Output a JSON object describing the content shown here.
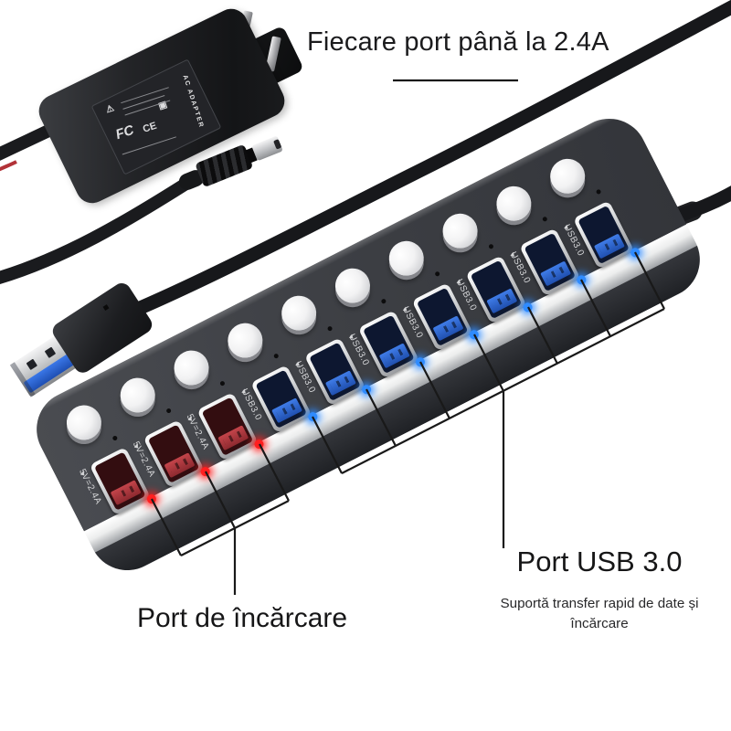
{
  "title": {
    "text": "Fiecare port până la 2.4A"
  },
  "callouts": {
    "charging": {
      "label": "Port de încărcare"
    },
    "usb": {
      "label": "Port USB 3.0",
      "sublabel": "Suportă transfer rapid de date și încărcare"
    }
  },
  "hub": {
    "ports": [
      {
        "id": 1,
        "type": "charging",
        "label": "5V=2.4A",
        "marker": "▲",
        "indicator_color": "#ff1f1f"
      },
      {
        "id": 2,
        "type": "charging",
        "label": "5V=2.4A",
        "marker": "▲",
        "indicator_color": "#ff1f1f"
      },
      {
        "id": 3,
        "type": "charging",
        "label": "5V=2.4A",
        "marker": "▲",
        "indicator_color": "#ff1f1f"
      },
      {
        "id": 4,
        "type": "usb3",
        "label": "USB3.0",
        "marker": "▲",
        "indicator_color": "#2f8bff"
      },
      {
        "id": 5,
        "type": "usb3",
        "label": "USB3.0",
        "marker": "▲",
        "indicator_color": "#2f8bff"
      },
      {
        "id": 6,
        "type": "usb3",
        "label": "USB3.0",
        "marker": "▲",
        "indicator_color": "#2f8bff"
      },
      {
        "id": 7,
        "type": "usb3",
        "label": "USB3.0",
        "marker": "▲",
        "indicator_color": "#2f8bff"
      },
      {
        "id": 8,
        "type": "usb3",
        "label": "USB3.0",
        "marker": "▲",
        "indicator_color": "#2f8bff"
      },
      {
        "id": 9,
        "type": "usb3",
        "label": "USB3.0",
        "marker": "▲",
        "indicator_color": "#2f8bff"
      },
      {
        "id": 10,
        "type": "usb3",
        "label": "USB3.0",
        "marker": "▲",
        "indicator_color": "#2f8bff"
      }
    ]
  },
  "adapter": {
    "label_title": "AC ADAPTER",
    "cert_marks": [
      "FC",
      "CE",
      "▣",
      "⚠"
    ]
  },
  "colors": {
    "annotation_line": "#191919",
    "cable": "#17181b",
    "charging_port": "#b5373d",
    "usb_port": "#2f6bd9"
  }
}
